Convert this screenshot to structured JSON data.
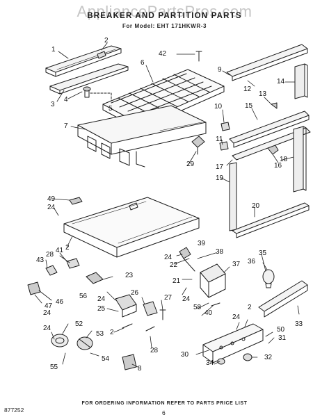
{
  "header": {
    "watermark": "AppliancePartsPros.com",
    "title": "BREAKER AND PARTITION PARTS",
    "model_line": "For Model: EHT 171HKWR-3"
  },
  "callouts": [
    "1",
    "2",
    "3",
    "4",
    "5",
    "6",
    "7",
    "8",
    "9",
    "10",
    "11",
    "12",
    "13",
    "14",
    "15",
    "16",
    "17",
    "18",
    "19",
    "20",
    "21",
    "22",
    "23",
    "24",
    "25",
    "26",
    "27",
    "28",
    "29",
    "30",
    "31",
    "32",
    "33",
    "34",
    "35",
    "36",
    "37",
    "38",
    "39",
    "40",
    "41",
    "42",
    "43",
    "46",
    "47",
    "49",
    "50",
    "52",
    "53",
    "54",
    "55",
    "56",
    "58",
    "2",
    "2",
    "2",
    "24",
    "24",
    "24",
    "24",
    "24",
    "28",
    "24"
  ],
  "footer": {
    "ordering_note": "FOR ORDERING INFORMATION REFER TO PARTS PRICE LIST",
    "figure_code": "877252",
    "page_number": "6"
  }
}
